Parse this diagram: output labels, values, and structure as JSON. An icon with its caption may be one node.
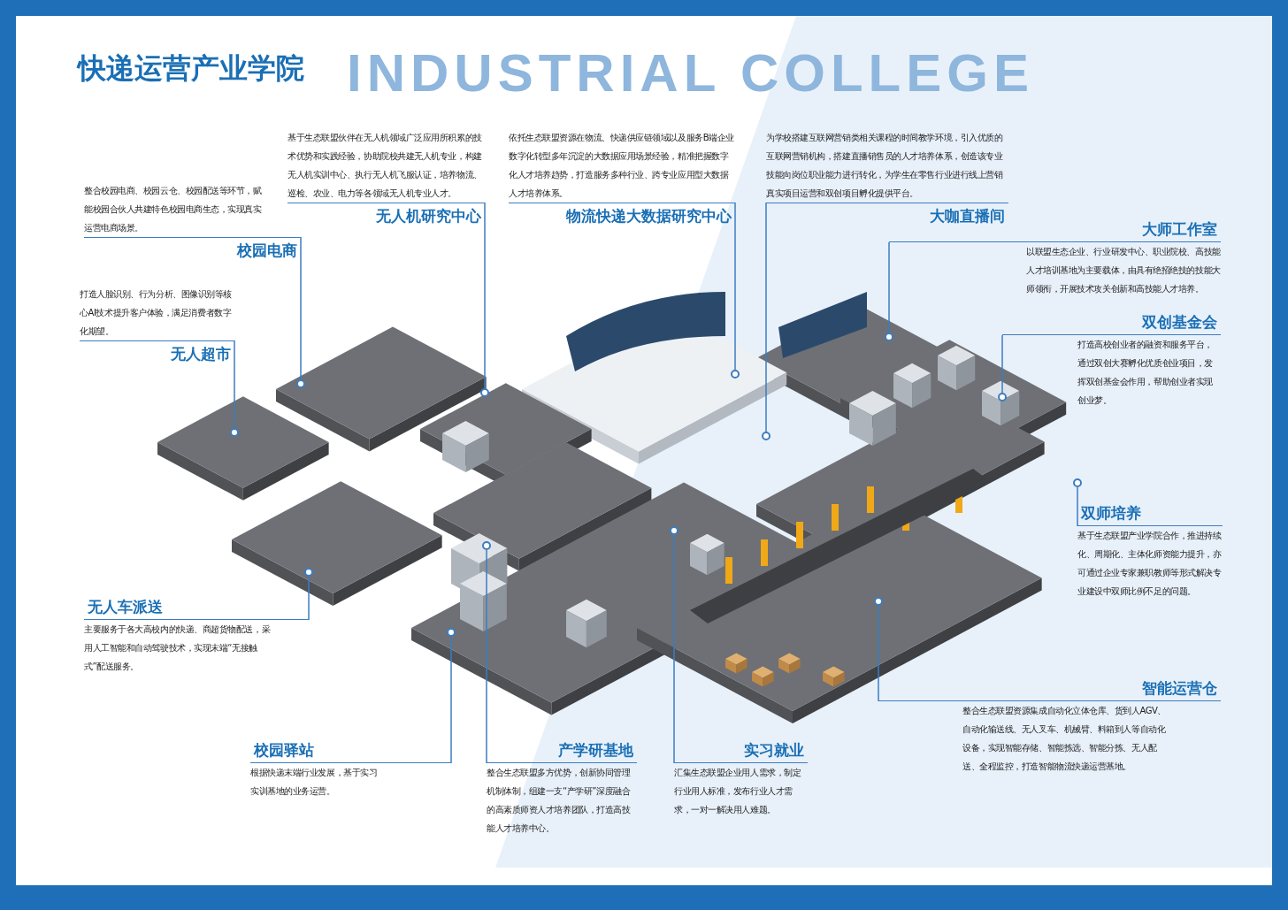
{
  "diagram": {
    "title": "快递运营产业学院",
    "nodes": [
      {
        "text": [
          "整合校园电商、校园云仓、校园配送等环节，赋能校园合伙人共建特色校园电商生态，实现真实运营电商场景。",
          "校园电商"
        ]
      },
      {
        "text": [
          "打造人脸识别、行为分析、图像识别等核心AI技术提升客户体验，满足消费者数字化期望。",
          "无人超市"
        ]
      },
      {
        "text": [
          "基于生态联盟伙伴在无人机领域广泛应用所积累的技术优势和实践经验，协助院校共建无人机专业，构建无人机实训中心、执行无人机飞服认证，培养物流、巡检、农业、电力等各领域无人机专业人才。",
          "无人机研究中心"
        ]
      },
      {
        "text": [
          "依托生态联盟资源在物流、快递供应链领域以及服务B端企业数字化转型多年沉淀的大数据应用场景经验，精准把握数字化人才培养趋势，打造服务多种行业、跨专业应用型大数据人才培养体系。",
          "物流快递大数据研究中心"
        ]
      },
      {
        "text": [
          "为学校搭建互联网营销类相关课程的时间教学环境，引入优质的互联网营销机构，搭建直播销售员的人才培养体系，创造该专业技能向岗位职业能力进行转化，为学生在零售行业进行线上营销真实项目运营和双创项目孵化提供平台。",
          "大咖直播间"
        ]
      },
      {
        "text": [
          "大师工作室",
          "以联盟生态企业、行业研发中心、职业院校、高技能人才培训基地为主要载体，由具有绝招绝技的技能大师领衔，开展技术攻关创新和高技能人才培养。"
        ]
      },
      {
        "text": [
          "双创基金会",
          "打造高校创业者的融资和服务平台，通过双创大赛孵化优质创业项目，发挥双创基金会作用，帮助创业者实现创业梦。"
        ]
      },
      {
        "text": [
          "双师培养",
          "基于生态联盟产业学院合作，推进持续化、周期化、主体化师资能力提升，亦可通过企业专家兼职教师等形式解决专业建设中双师比例不足的问题。"
        ]
      },
      {
        "text": [
          "智能运营仓",
          "整合生态联盟资源集成自动化立体仓库、货到人AGV、自动化输送线、无人叉车、机械臂、料箱到人等自动化设备，实现智能存储、智能拣选、智能分拣、无人配送、全程监控，打造智能物流快递运营基地。"
        ]
      },
      {
        "text": [
          "无人车派送",
          "主要服务于各大高校内的快递、商超货物配送，采用人工智能和自动驾驶技术，实现末端“无接触式”配送服务。"
        ]
      },
      {
        "text": [
          "校园驿站",
          "根据快递末端行业发展，基于实习实训基地的业务运营。"
        ]
      },
      {
        "text": [
          "产学研基地",
          "整合生态联盟多方优势，创新协同管理机制体制，组建一支“产学研”深度融合的高素质师资人才培养团队，打造高技能人才培养中心。"
        ]
      },
      {
        "text": [
          "实习就业",
          "汇集生态联盟企业用人需求，制定行业用人标准，发布行业人才需求，一对一解决用人难题。"
        ]
      },
      {
        "text": [],
        "shape": "circle"
      },
      {
        "text": [],
        "shape": "circle"
      },
      {
        "text": [],
        "shape": "circle"
      },
      {
        "text": [],
        "shape": "circle"
      },
      {
        "text": [],
        "shape": "circle"
      },
      {
        "text": [],
        "shape": "circle"
      },
      {
        "text": [],
        "shape": "circle"
      },
      {
        "text": [],
        "shape": "circle"
      },
      {
        "text": [],
        "shape": "circle"
      },
      {
        "text": [],
        "shape": "circle"
      },
      {
        "text": [],
        "shape": "circle"
      },
      {
        "text": [],
        "shape": "circle"
      },
      {
        "text": [],
        "shape": "circle"
      }
    ],
    "edges": [
      {
        "from": 0,
        "to": 13,
        "arrow": "none"
      },
      {
        "from": 1,
        "to": 14,
        "arrow": "none"
      },
      {
        "from": 2,
        "to": 15,
        "arrow": "none"
      },
      {
        "from": 3,
        "to": 16,
        "arrow": "none"
      },
      {
        "from": 4,
        "to": 17,
        "arrow": "none"
      },
      {
        "from": 5,
        "to": 18,
        "arrow": "none"
      },
      {
        "from": 6,
        "to": 19,
        "arrow": "none"
      },
      {
        "from": 7,
        "to": 20,
        "arrow": "none"
      },
      {
        "from": 8,
        "to": 21,
        "arrow": "none"
      },
      {
        "from": 9,
        "to": 22,
        "arrow": "none"
      },
      {
        "from": 10,
        "to": 23,
        "arrow": "none"
      },
      {
        "from": 11,
        "to": 24,
        "arrow": "none"
      },
      {
        "from": 12,
        "to": 25,
        "arrow": "none"
      }
    ],
    "labels": [
      "INDUSTRIAL COLLEGE"
    ]
  }
}
